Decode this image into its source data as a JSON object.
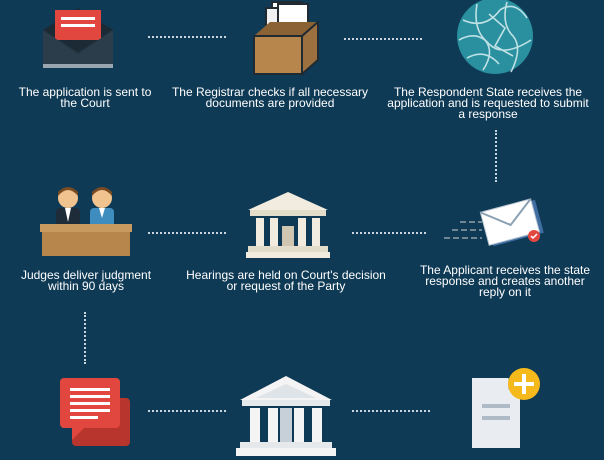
{
  "steps": {
    "application_sent": "The application is sent to the Court",
    "registrar_checks": "The Registrar checks if all necessary documents are provided",
    "respondent_receives": "The Respondent State receives the application and is requested to submit a response",
    "applicant_receives": "The Applicant receives the state response and creates another reply on it",
    "hearings": "Hearings are held on Court's decision or request of the Party",
    "judgment": "Judges deliver judgment within 90 days"
  },
  "icons": {
    "envelope": "open-envelope-icon",
    "box": "document-box-icon",
    "globe": "globe-icon",
    "judges": "judges-bench-icon",
    "court": "courthouse-icon",
    "mail": "mail-sent-icon",
    "chat": "chat-bubbles-icon",
    "building": "government-building-icon",
    "add_doc": "add-document-icon"
  },
  "colors": {
    "background": "#0f3a55",
    "red": "#e2473f",
    "wood": "#b7864d",
    "globe": "#2a8f9e",
    "accent_yellow": "#f5b91c"
  }
}
